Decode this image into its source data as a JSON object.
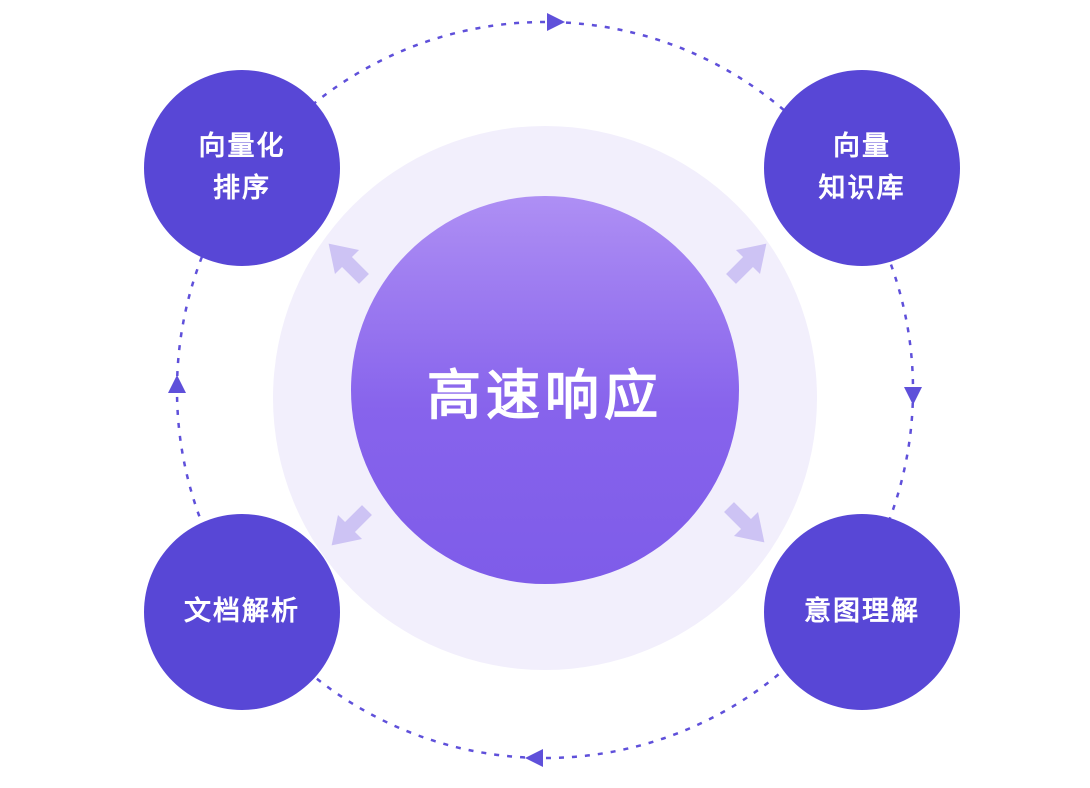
{
  "diagram": {
    "center": {
      "label": "高速响应"
    },
    "nodes": {
      "top_left": {
        "line1": "向量化",
        "line2": "排序"
      },
      "top_right": {
        "line1": "向量",
        "line2": "知识库"
      },
      "bottom_left": {
        "line1": "文档解析"
      },
      "bottom_right": {
        "line1": "意图理解"
      }
    },
    "colors": {
      "node_fill": "#5847d6",
      "orbit_ring": "#5f50da",
      "orbit_arrowhead": "#5f50da",
      "outward_arrow": "#cdc3f4",
      "halo": "#f2effc",
      "center_gradient_top": "#ae8ff4",
      "center_gradient_bottom": "#7e5ce9",
      "text": "#ffffff",
      "background": "#ffffff"
    }
  }
}
